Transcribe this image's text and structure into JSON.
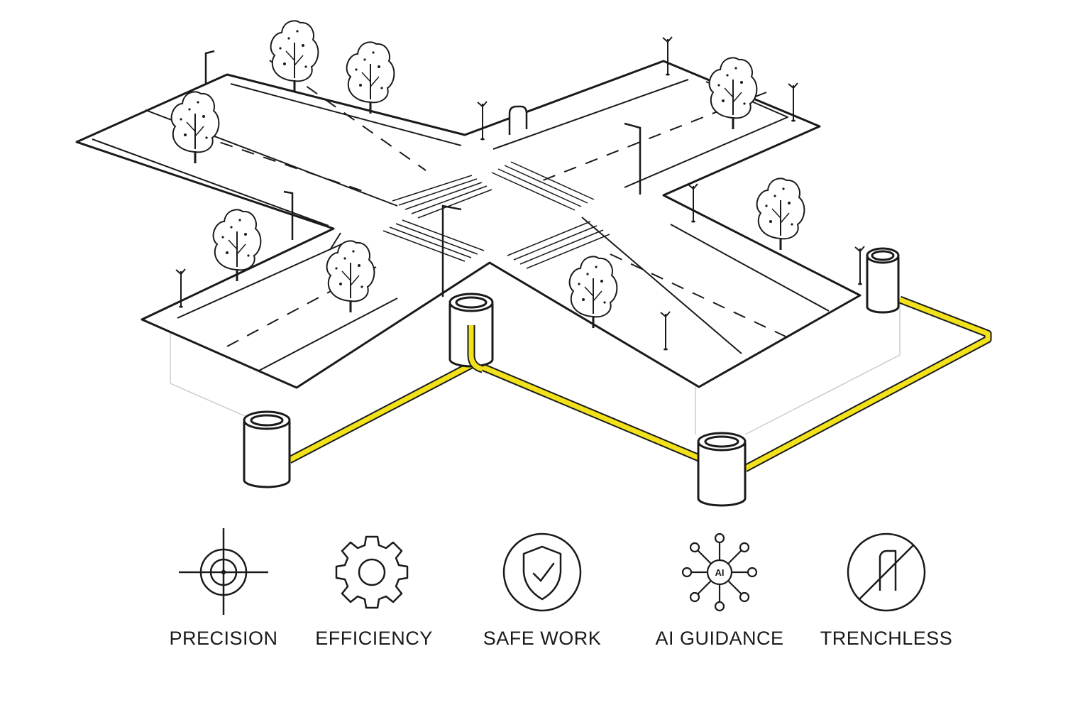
{
  "features": [
    {
      "icon": "crosshair-icon",
      "label": "PRECISION"
    },
    {
      "icon": "gear-icon",
      "label": "EFFICIENCY"
    },
    {
      "icon": "shield-check-icon",
      "label": "SAFE WORK"
    },
    {
      "icon": "ai-network-icon",
      "label": "AI GUIDANCE",
      "badge": "AI"
    },
    {
      "icon": "trenchless-icon",
      "label": "TRENCHLESS"
    }
  ],
  "colors": {
    "line": "#1a1a1a",
    "pipe": "#f2e21b",
    "background": "#ffffff",
    "depth_guides": "#cccccc"
  }
}
